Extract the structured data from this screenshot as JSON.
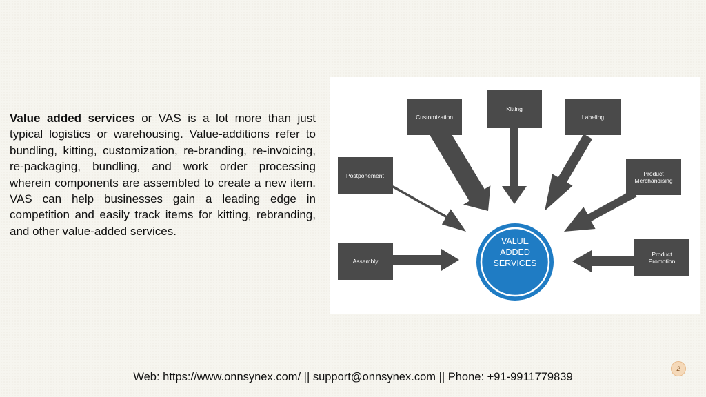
{
  "paragraph": {
    "term": "Value added services",
    "body": " or VAS is a lot more than just typical logistics or warehousing. Value-additions refer to bundling, kitting, customization, re-branding, re-invoicing, re-packaging, bundling, and work order processing wherein components are assembled to create a new item. VAS can help businesses gain a leading edge in competition and easily track items for kitting, rebranding, and other value-added services."
  },
  "diagram": {
    "center_label": "VALUE\nADDED\nSERVICES",
    "boxes": {
      "customization": "Customization",
      "kitting": "Kitting",
      "labeling": "Labeling",
      "postponement": "Postponement",
      "product_merchandising": "Product\nMerchandising",
      "assembly": "Assembly",
      "product_promotion": "Product\nPromotion"
    },
    "colors": {
      "box": "#4a4a4a",
      "arrow": "#4a4a4a",
      "circle": "#1f7cc4",
      "circle_ring": "#ffffff"
    }
  },
  "footer": {
    "contact": "Web: https://www.onnsynex.com/ || support@onnsynex.com || Phone: +91-9911779839"
  },
  "page_number": "2"
}
